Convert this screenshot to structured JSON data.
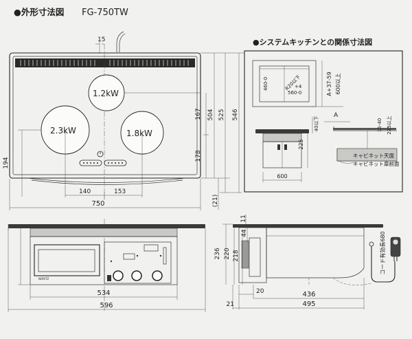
{
  "header": {
    "title": "●外形寸法図",
    "model": "FG-750TW"
  },
  "top_view": {
    "burners": {
      "back": "1.2kW",
      "left": "2.3kW",
      "right": "1.8kW"
    },
    "dims": {
      "top_offset": "15",
      "left_height": "194",
      "d140": "140",
      "d153": "153",
      "width": "750",
      "r167": "167",
      "r178": "178",
      "r504": "504",
      "r525": "525",
      "r546": "546",
      "r21": "(21)"
    }
  },
  "system_view": {
    "title": "●システムキッチンとの関係寸法図",
    "d460": "460-0",
    "r20": "R20以下",
    "d4": "+4",
    "d560": "560-0",
    "a3759": "A+37-59",
    "d600up": "600以上",
    "d225": "225",
    "d40": "40以下",
    "a": "A",
    "d15_40": "15-40",
    "d225up": "225以上",
    "cab_top": "キャビネット天面",
    "cab_front": "キャビネット扉前面",
    "d600": "600"
  },
  "front_view": {
    "d236": "236",
    "d220": "220",
    "d218": "218",
    "d44": "44",
    "d534": "534",
    "d596": "596"
  },
  "side_view": {
    "d11": "11",
    "d20": "20",
    "d436": "436",
    "d495": "495",
    "d21": "21",
    "cord": "コード有効長680"
  }
}
